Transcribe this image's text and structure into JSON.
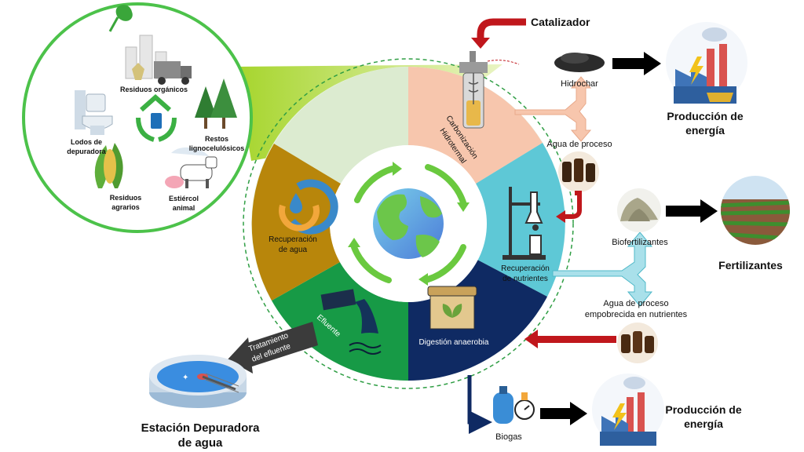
{
  "feedstocks": {
    "organic_waste": "Residuos orgánicos",
    "sewage_sludge_1": "Lodos de",
    "sewage_sludge_2": "depuradora",
    "lignocellulosic_1": "Restos",
    "lignocellulosic_2": "lignocelulósicos",
    "agro_1": "Residuos",
    "agro_2": "agrarios",
    "manure_1": "Estiércol",
    "manure_2": "animal"
  },
  "cycle": {
    "htc_1": "Carbonización",
    "htc_2": "Hidrotermal",
    "nutrients_1": "Recuperación",
    "nutrients_2": "de nutrientes",
    "anaerobic": "Digestión anaerobia",
    "effluent": "Efluente",
    "water_1": "Recuperación",
    "water_2": "de agua"
  },
  "flows": {
    "catalyst": "Catalizador",
    "hydrochar": "Hidrochar",
    "process_water": "Agua de proceso",
    "biofertilizers": "Biofertilizantes",
    "depleted_1": "Agua de proceso",
    "depleted_2": "empobrecida en nutrientes",
    "biogas": "Biogas",
    "effluent_treatment_1": "Tratamiento",
    "effluent_treatment_2": "del efluente"
  },
  "outputs": {
    "energy_top_1": "Producción de",
    "energy_top_2": "energía",
    "fertilizers": "Fertilizantes",
    "energy_bottom_1": "Producción de",
    "energy_bottom_2": "energía",
    "wwtp_1": "Estación Depuradora",
    "wwtp_2": "de agua"
  },
  "colors": {
    "htc": "#f7c6ad",
    "nutrients": "#5ec8d6",
    "anaerobic": "#0f2a63",
    "effluent": "#179a46",
    "water": "#b8860b",
    "green_ring": "#4cc24a",
    "red_arrow": "#c0171c"
  }
}
